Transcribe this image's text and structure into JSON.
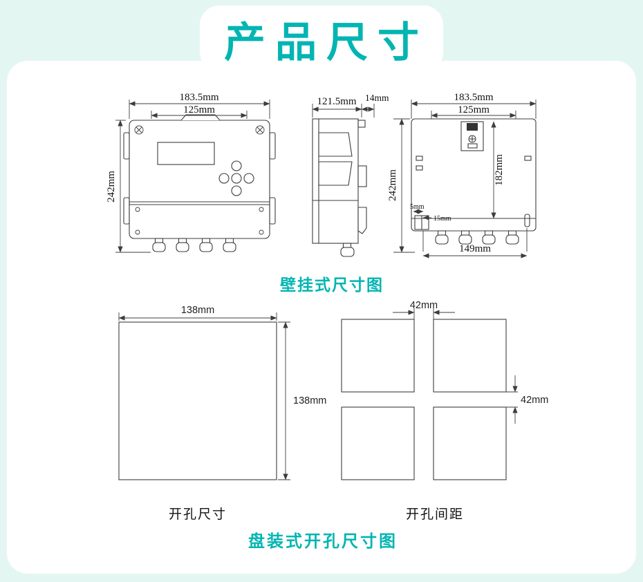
{
  "page": {
    "title": "产品尺寸"
  },
  "wall_section": {
    "caption": "壁挂式尺寸图",
    "front_view": {
      "width_outer": "183.5mm",
      "width_inner": "125mm",
      "height": "242mm"
    },
    "side_view": {
      "depth": "121.5mm",
      "top_width": "14mm"
    },
    "back_view": {
      "width_outer": "183.5mm",
      "width_inner": "125mm",
      "height": "242mm",
      "bracket_height": "182mm",
      "bottom_width": "149mm",
      "slot_width": "5mm",
      "slot_offset": "15mm"
    }
  },
  "panel_section": {
    "caption": "盘装式开孔尺寸图",
    "cutout": {
      "label": "开孔尺寸",
      "width": "138mm",
      "height": "138mm"
    },
    "spacing": {
      "label": "开孔间距",
      "gap_horizontal": "42mm",
      "gap_vertical": "42mm"
    }
  },
  "colors": {
    "accent_teal": "#02b5b2",
    "background_mint": "#e4f6f2",
    "line": "#3d3d3d"
  }
}
